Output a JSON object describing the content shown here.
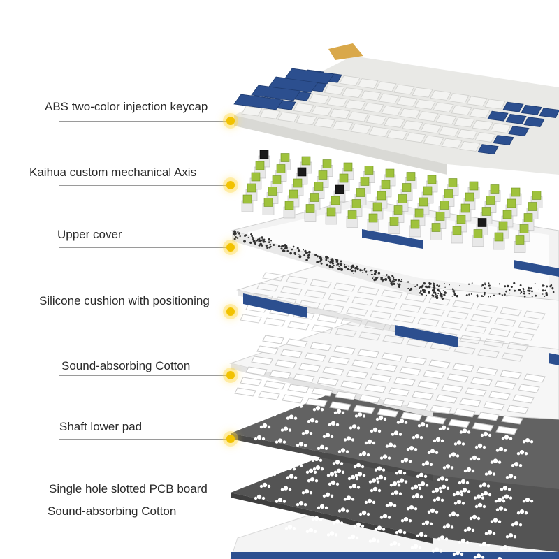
{
  "callouts": [
    {
      "id": "keycap",
      "label": "ABS two-color injection keycap"
    },
    {
      "id": "axis",
      "label": "Kaihua custom mechanical Axis"
    },
    {
      "id": "upper-cover",
      "label": "Upper cover"
    },
    {
      "id": "silicone",
      "label": "Silicone cushion with positioning"
    },
    {
      "id": "cotton-1",
      "label": "Sound-absorbing Cotton"
    },
    {
      "id": "shaft-pad",
      "label": "Shaft lower pad"
    },
    {
      "id": "pcb",
      "label": "Single hole slotted PCB board"
    },
    {
      "id": "cotton-2",
      "label": "Sound-absorbing Cotton"
    }
  ],
  "colors": {
    "keycap_white": "#f3f3f1",
    "keycap_blue": "#2c4f8f",
    "keycap_gold": "#d9a84a",
    "switch_green": "#9fc23c",
    "dark_gray_layer": "#5f5f5f",
    "callout_dot": "#f2c200"
  }
}
